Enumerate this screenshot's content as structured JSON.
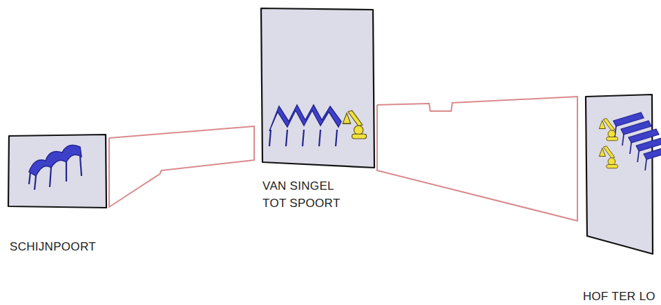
{
  "diagram": {
    "nodes": [
      {
        "text": [
          "SCHIJNPOORT"
        ]
      },
      {
        "text": [
          "VAN SINGEL TOT SPOORT"
        ]
      },
      {
        "text": [
          "HOF TER LO"
        ]
      }
    ],
    "edges": [
      {
        "from": 0,
        "to": 1,
        "arrow": "none"
      },
      {
        "from": 1,
        "to": 2,
        "arrow": "none"
      }
    ]
  }
}
